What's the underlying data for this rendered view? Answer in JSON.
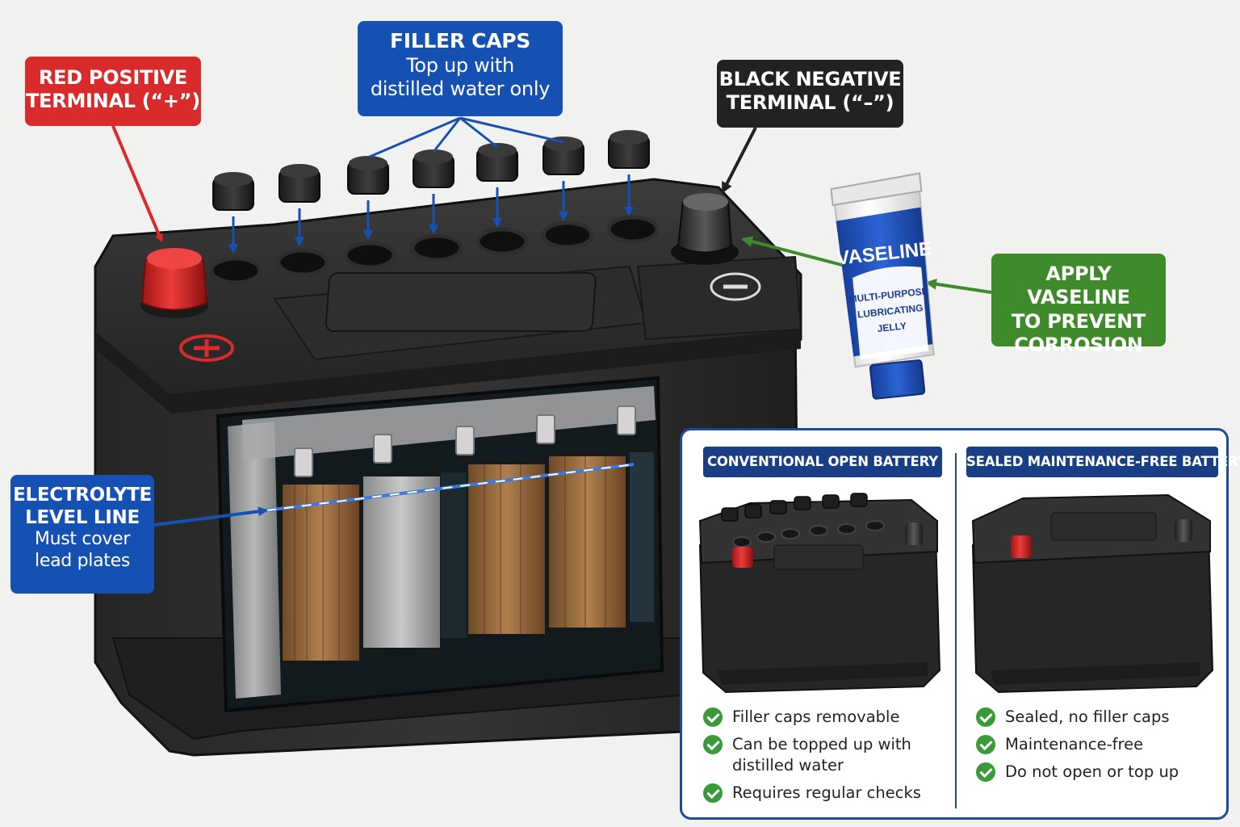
{
  "callouts": {
    "positive": {
      "line1": "RED POSITIVE",
      "line2": "TERMINAL (“+”)",
      "color": "#d92b2b"
    },
    "filler": {
      "title": "FILLER CAPS",
      "sub1": "Top up with",
      "sub2": "distilled water only",
      "color": "#1451b2"
    },
    "negative": {
      "line1": "BLACK NEGATIVE",
      "line2": "TERMINAL (“–”)",
      "color": "#222222"
    },
    "vaseline": {
      "line1": "APPLY VASELINE",
      "line2": "TO PREVENT",
      "line3": "CORROSION",
      "color": "#3f8a2b"
    },
    "electrolyte": {
      "line1": "ELECTROLYTE",
      "line2": "LEVEL LINE",
      "sub1": "Must cover",
      "sub2": "lead plates",
      "color": "#1451b2"
    }
  },
  "tube": {
    "brand": "VASELINE",
    "line1": "MULTI-PURPOSE",
    "line2": "LUBRICATING",
    "line3": "JELLY"
  },
  "comparison": {
    "open": {
      "title": "CONVENTIONAL OPEN BATTERY",
      "features": [
        "Filler caps removable",
        "Can be topped up with distilled water",
        "Requires regular checks"
      ]
    },
    "sealed": {
      "title": "SEALED MAINTENANCE-FREE BATTERY",
      "features": [
        "Sealed, no filler caps",
        "Maintenance-free",
        "Do not open or top up"
      ]
    }
  },
  "icons": [
    "plus-symbol-icon",
    "minus-symbol-icon",
    "check-icon"
  ]
}
